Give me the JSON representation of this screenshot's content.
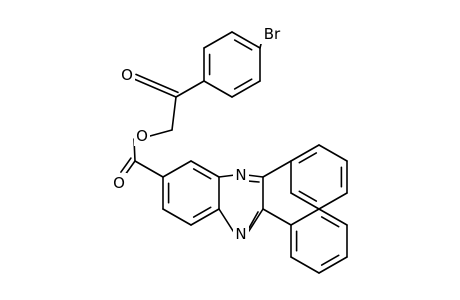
{
  "molecule": {
    "atoms": [
      {
        "id": "br",
        "label": "Br",
        "name": "bromine"
      },
      {
        "id": "o_k",
        "label": "O",
        "name": "ketone-oxygen"
      },
      {
        "id": "o_e",
        "label": "O",
        "name": "ester-ether-oxygen"
      },
      {
        "id": "o_c",
        "label": "O",
        "name": "ester-carbonyl-oxygen"
      },
      {
        "id": "n1",
        "label": "N",
        "name": "quinoxaline-nitrogen-1"
      },
      {
        "id": "n4",
        "label": "N",
        "name": "quinoxaline-nitrogen-4"
      }
    ]
  },
  "colors": {
    "bond": "#000000",
    "atom_text": "#000000",
    "background": "#ffffff"
  }
}
